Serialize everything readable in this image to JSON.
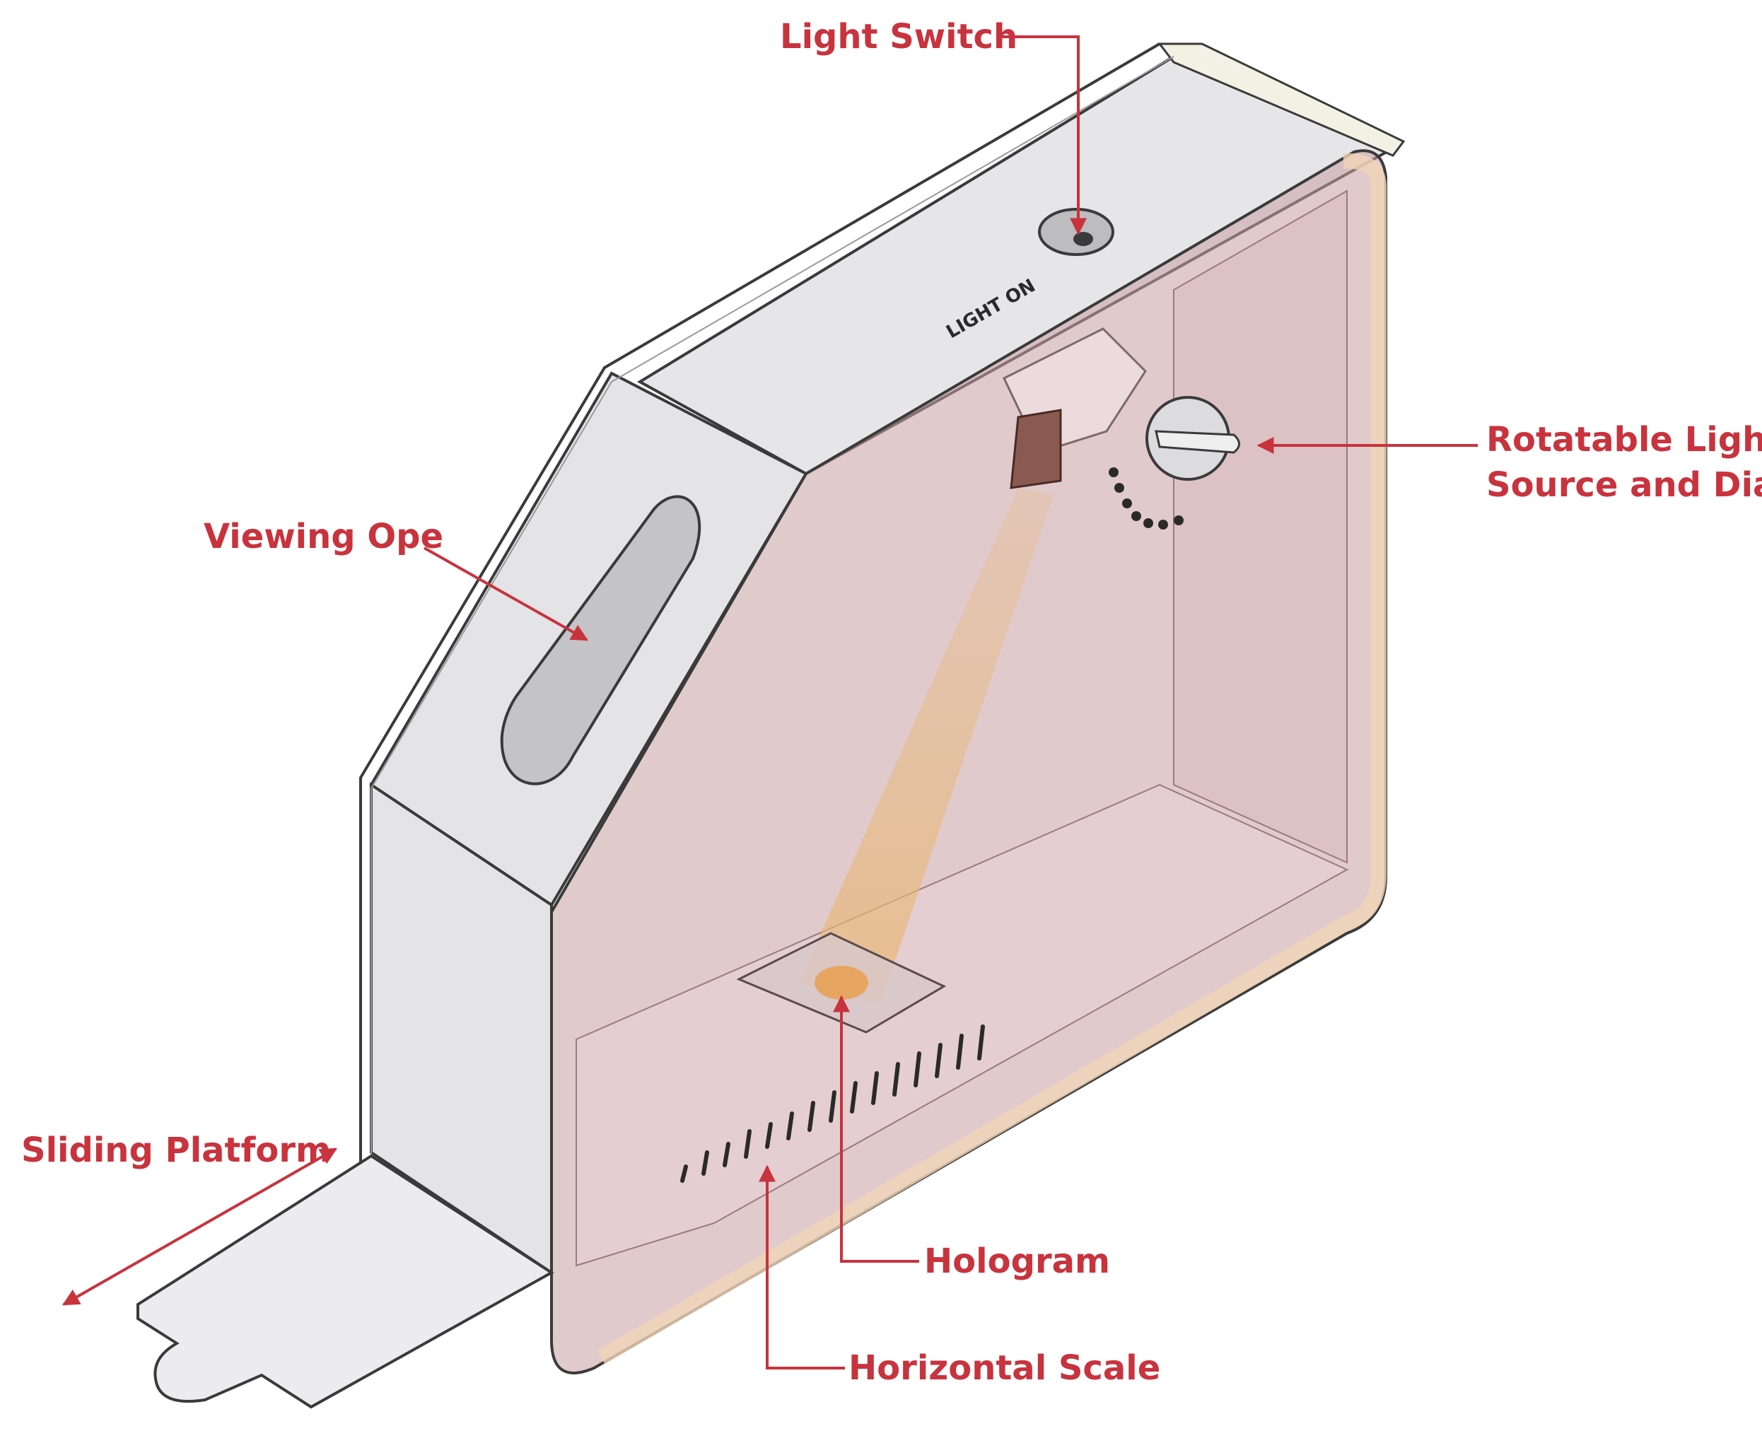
{
  "labels": {
    "light_switch": "Light Switch",
    "rotatable_line1": "Rotatable Light",
    "rotatable_line2": "Source and Dial",
    "viewing": "Viewing Ope",
    "sliding": "Sliding Platform",
    "hologram": "Hologram",
    "horizontal": "Horizontal Scale"
  },
  "device": {
    "switch_text": "LIGHT ON"
  },
  "colors": {
    "callout": "#c8333d",
    "housing": "#e6e6e9",
    "acrylic": "#c99fa3",
    "beam": "#e8b878",
    "outline": "#3a3a3a"
  }
}
